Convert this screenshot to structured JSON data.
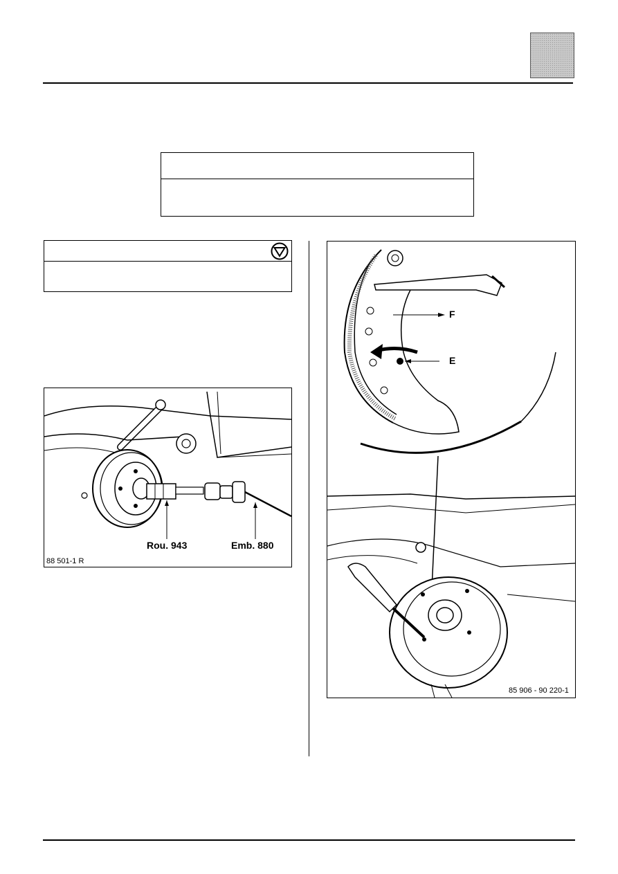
{
  "header": {
    "chapter_tab_color": "#c9c9c9"
  },
  "warning_box": {
    "icon": "stop-warning-icon"
  },
  "figure_left": {
    "labels": {
      "tool_1": "Rou. 943",
      "tool_2": "Emb. 880"
    },
    "reference": "88 501-1 R"
  },
  "figure_right": {
    "labels": {
      "point_f": "F",
      "point_e": "E"
    },
    "reference": "85 906 - 90 220-1"
  }
}
